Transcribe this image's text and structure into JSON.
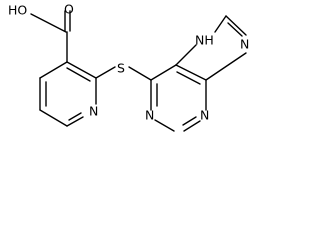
{
  "structure": {
    "atoms": {
      "oh": "HO",
      "o_carbonyl": "O",
      "s": "S",
      "n_pyridine": "N",
      "nh": "NH",
      "n_imidazole": "N",
      "n_pyrimidine_1": "N",
      "n_pyrimidine_3": "N"
    },
    "bond_color": "#000000",
    "label_color": "#000000",
    "background": "#ffffff"
  }
}
